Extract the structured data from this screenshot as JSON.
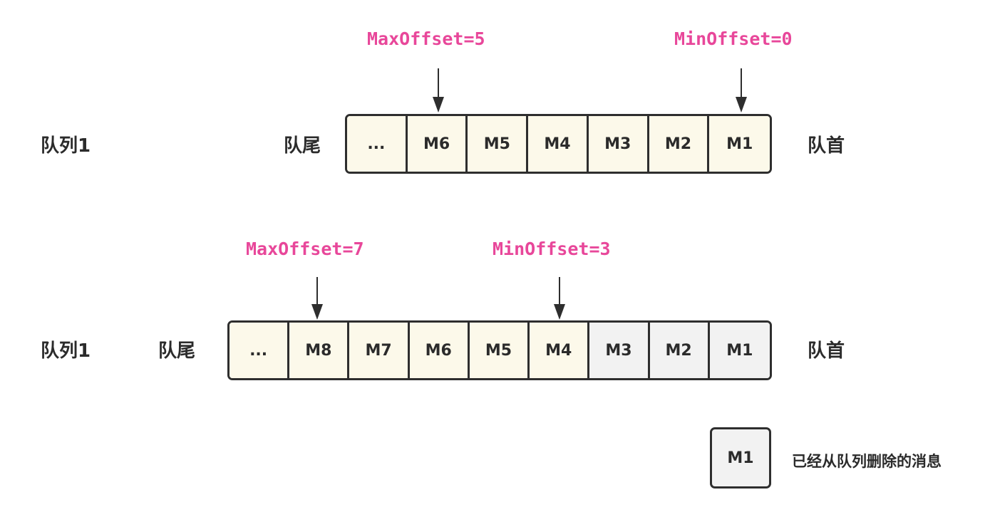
{
  "queue_a": {
    "name": "队列1",
    "tail_label": "队尾",
    "head_label": "队首",
    "max_offset": "MaxOffset=5",
    "min_offset": "MinOffset=0",
    "cells": [
      "...",
      "M6",
      "M5",
      "M4",
      "M3",
      "M2",
      "M1"
    ]
  },
  "queue_b": {
    "name": "队列1",
    "tail_label": "队尾",
    "head_label": "队首",
    "max_offset": "MaxOffset=7",
    "min_offset": "MinOffset=3",
    "cells": [
      "...",
      "M8",
      "M7",
      "M6",
      "M5",
      "M4",
      "M3",
      "M2",
      "M1"
    ],
    "deleted_cells": [
      "M3",
      "M2",
      "M1"
    ]
  },
  "legend": {
    "sample": "M1",
    "text": "已经从队列删除的消息"
  },
  "colors": {
    "offset_text": "#e8479a",
    "active_cell": "#fcf9ea",
    "deleted_cell": "#f2f2f2",
    "border": "#2e2e2e"
  }
}
